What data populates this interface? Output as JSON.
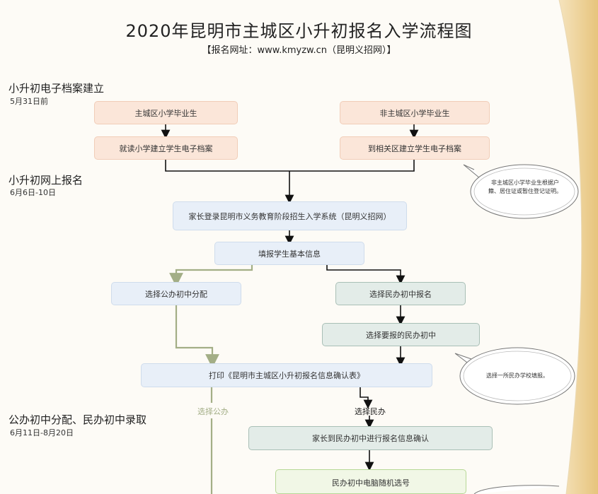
{
  "title": "2020年昆明市主城区小升初报名入学流程图",
  "subtitle": "【报名网址：www.kmyzw.cn（昆明义招网）】",
  "sections": [
    {
      "title": "小升初电子档案建立",
      "date": "5月31日前"
    },
    {
      "title": "小升初网上报名",
      "date": "6月6日-10日"
    },
    {
      "title": "公办初中分配、民办初中录取",
      "date": "6月11日-8月20日"
    }
  ],
  "boxes": {
    "main_grad": "主城区小学毕业生",
    "non_main_grad": "非主城区小学毕业生",
    "main_archive": "就读小学建立学生电子档案",
    "non_main_archive": "到相关区建立学生电子档案",
    "login": "家长登录昆明市义务教育阶段招生入学系统（昆明义招网）",
    "fill_info": "填报学生基本信息",
    "public_option": "选择公办初中分配",
    "private_option": "选择民办初中报名",
    "choose_private": "选择要报的民办初中",
    "print_form": "打印《昆明市主城区小升初报名信息确认表》",
    "confirm_private": "家长到民办初中进行报名信息确认",
    "lottery": "民办初中电脑随机选号"
  },
  "labels": {
    "choose_public": "选择公办",
    "choose_private": "选择民办"
  },
  "notes": {
    "non_main_note": "非主城区小学毕业生根据户籍、居住证或暂住登记证明。",
    "choose_school_note": "选择一所民办学校填报。"
  },
  "colors": {
    "arrow_dark": "#111111",
    "arrow_green": "#a3ae86",
    "side_band": "#e9c981"
  }
}
